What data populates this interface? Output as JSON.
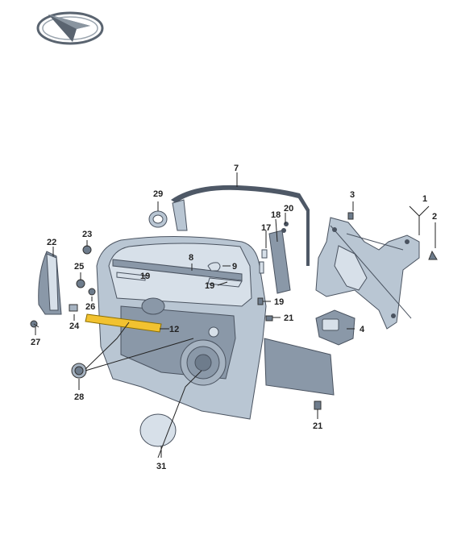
{
  "logo": {
    "icon": "compass-arrow-logo"
  },
  "diagram": {
    "title": "",
    "highlight_color": "#f2c230",
    "part_color": "#b9c6d3",
    "callouts": {
      "c1": "1",
      "c2": "2",
      "c3": "3",
      "c4": "4",
      "c7": "7",
      "c8": "8",
      "c9": "9",
      "c12": "12",
      "c17": "17",
      "c18": "18",
      "c19a": "19",
      "c19b": "19",
      "c19c": "19",
      "c20": "20",
      "c21a": "21",
      "c21b": "21",
      "c22": "22",
      "c23": "23",
      "c24": "24",
      "c25": "25",
      "c26": "26",
      "c27": "27",
      "c28": "28",
      "c29": "29",
      "c31": "31"
    }
  }
}
